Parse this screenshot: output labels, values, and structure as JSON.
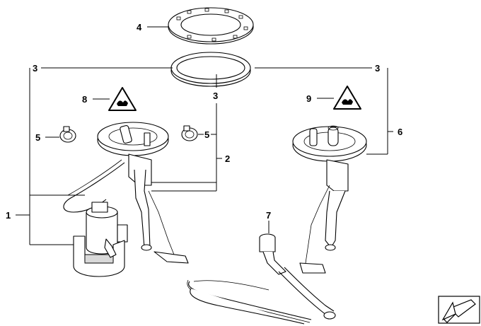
{
  "callouts": {
    "c1": "1",
    "c2": "2",
    "c3a": "3",
    "c3b": "3",
    "c3c": "3",
    "c4": "4",
    "c5a": "5",
    "c5b": "5",
    "c6": "6",
    "c7": "7",
    "c8": "8",
    "c9": "9"
  },
  "icons": {
    "warning_left": "fuel-warning-triangle-icon",
    "warning_right": "fuel-warning-triangle-icon",
    "corner_nav": "bmw-arrow-nav-icon"
  }
}
